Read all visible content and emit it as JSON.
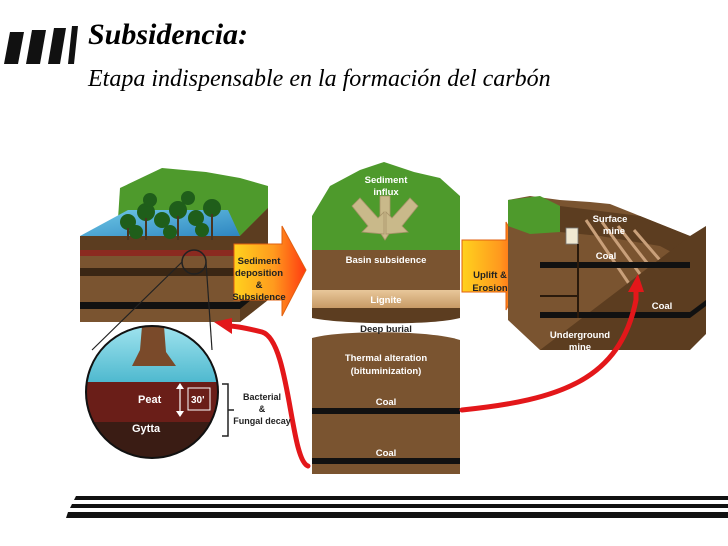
{
  "slide": {
    "title": "Subsidencia:",
    "subtitle": "Etapa indispensable en la formación del carbón"
  },
  "diagram": {
    "arrow_sediment": [
      "Sediment",
      "deposition",
      "&",
      "Subsidence"
    ],
    "sediment_influx": [
      "Sediment",
      "influx"
    ],
    "basin_subsidence": "Basin subsidence",
    "lignite": "Lignite",
    "deep_burial": "Deep burial",
    "thermal_alteration": [
      "Thermal alteration",
      "(bituminization)"
    ],
    "coal_upper": "Coal",
    "coal_lower": "Coal",
    "arrow_uplift": [
      "Uplift &",
      "Erosion"
    ],
    "surface_mine": [
      "Surface",
      "mine"
    ],
    "coal_mine_upper": "Coal",
    "coal_mine_right": "Coal",
    "underground_mine": [
      "Underground",
      "mine"
    ],
    "peat": "Peat",
    "thickness": "30'",
    "gytta": "Gytta",
    "decay": [
      "Bacterial",
      "&",
      "Fungal decay"
    ]
  }
}
